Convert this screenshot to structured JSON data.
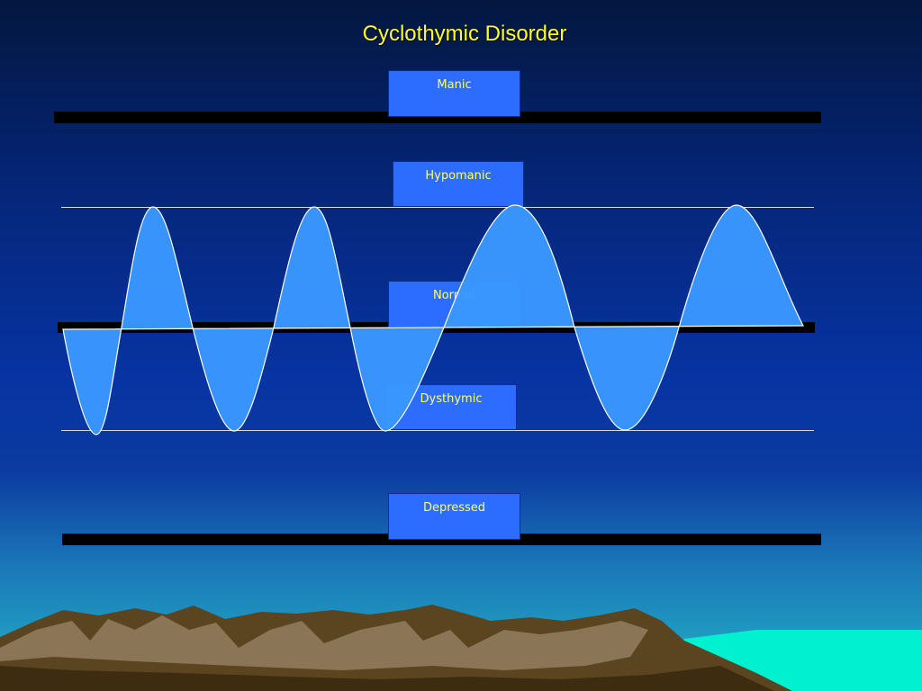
{
  "title": "Cyclothymic Disorder",
  "states": {
    "manic": "Manic",
    "hypomanic": "Hypomanic",
    "normal": "Normal",
    "dysthymic": "Dysthymic",
    "depressed": "Depressed"
  },
  "colors": {
    "wave_fill": "#3a98ff",
    "box_fill": "#2c6dff",
    "label_text": "#ffff66",
    "title_text": "#ffff22"
  }
}
